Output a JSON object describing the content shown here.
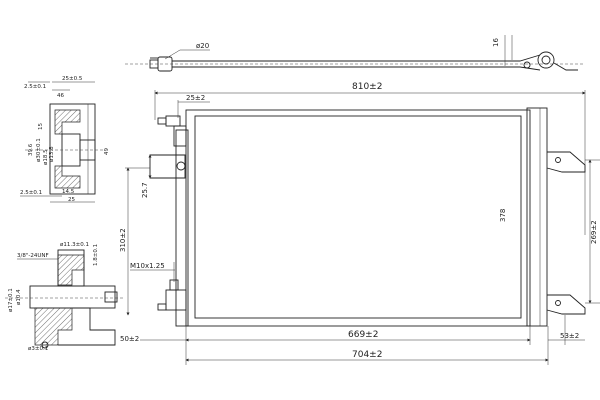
{
  "top_view": {
    "dia_label": "ø20",
    "height_label": "16"
  },
  "main_view": {
    "overall_width": "810±2",
    "pipe_offset": "25±2",
    "core_height": "378",
    "left_height": "310±2",
    "port_height": "25.7",
    "thread": "M10x1.25",
    "left_margin": "50±2",
    "core_width": "669±2",
    "bottom_width": "704±2",
    "bracket_height": "269±2",
    "bracket_offset": "53±2"
  },
  "detail_a": {
    "d1": "25±0.5",
    "d2": "2.5±0.1",
    "d3": "15",
    "d4": "46",
    "d5": "39.6",
    "d6": "ø30±0.1",
    "d7": "ø18.5",
    "d8": "ø13.8",
    "d9": "2.5±0.1",
    "d10": "14.5",
    "d11": "25",
    "d12": "49"
  },
  "detail_b": {
    "thread": "3/8\"-24UNF",
    "d1": "ø11.3±0.1",
    "d2": "1.8±0.1",
    "d3": "ø17±0.1",
    "d4": "ø10.4",
    "d5": "ø3±0.1"
  }
}
